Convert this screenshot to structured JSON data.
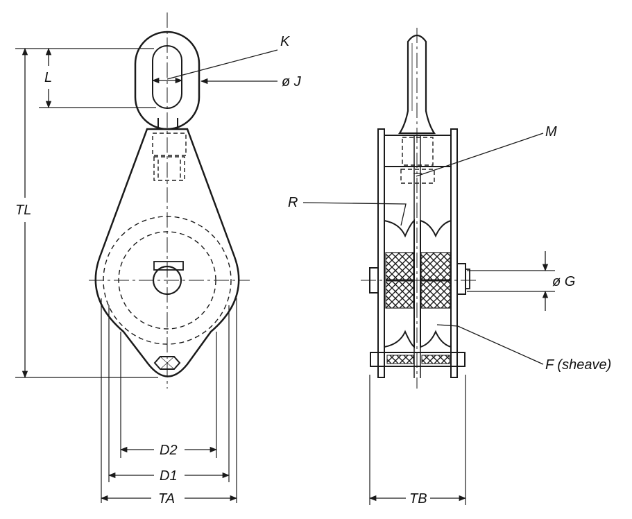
{
  "labels": {
    "k": "K",
    "j": "ø J",
    "l": "L",
    "tl": "TL",
    "d2": "D2",
    "d1": "D1",
    "ta": "TA",
    "m": "M",
    "r": "R",
    "g": "ø G",
    "f": "F (sheave)",
    "tb": "TB"
  },
  "colors": {
    "ink": "#1a1a1a",
    "background": "#ffffff"
  }
}
